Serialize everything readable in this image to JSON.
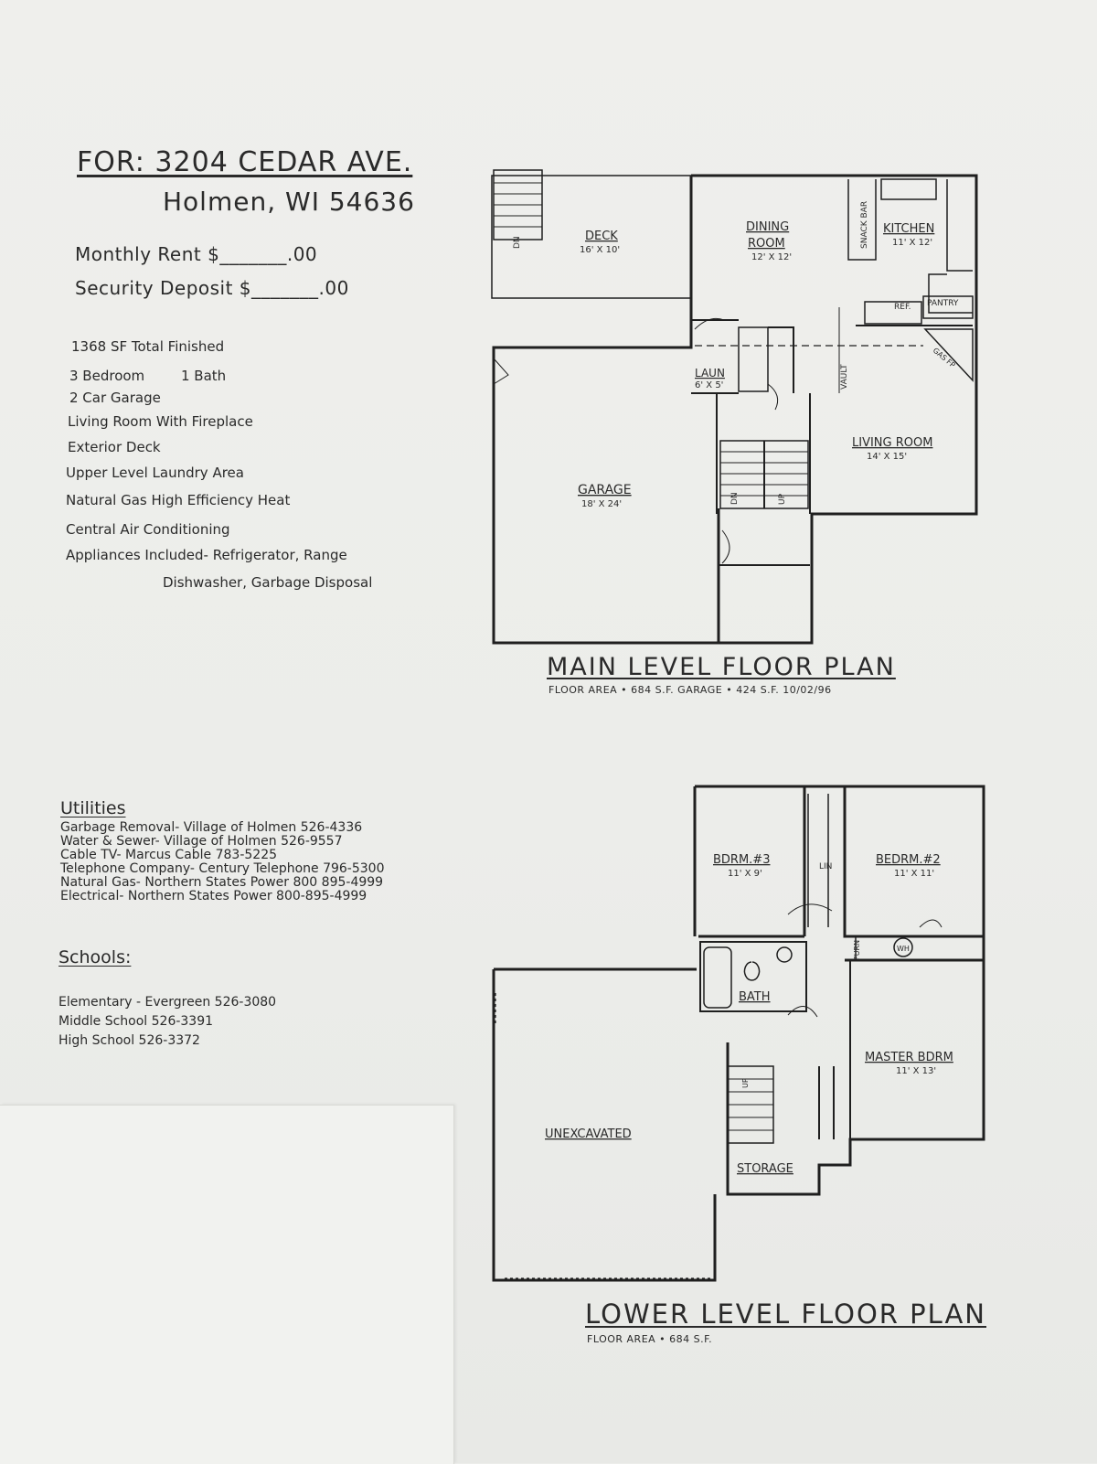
{
  "header": {
    "address_line1": "FOR: 3204 CEDAR AVE.",
    "address_line2": "Holmen, WI  54636",
    "monthly_rent": "Monthly Rent  $_______.00",
    "security_deposit": "Security Deposit $_______.00"
  },
  "features": [
    "1368 SF Total Finished",
    "3 Bedroom",
    "1 Bath",
    "2 Car Garage",
    "Living Room With Fireplace",
    "Exterior Deck",
    "Upper Level Laundry Area",
    "Natural Gas High Efficiency Heat",
    "Central Air Conditioning",
    "Appliances Included- Refrigerator, Range",
    "Dishwasher, Garbage Disposal"
  ],
  "utilities": {
    "heading": "Utilities",
    "items": [
      "Garbage Removal- Village of Holmen  526-4336",
      "Water & Sewer- Village of Holmen 526-9557",
      "Cable TV- Marcus Cable 783-5225",
      "Telephone Company- Century Telephone 796-5300",
      "Natural Gas- Northern States Power 800 895-4999",
      "Electrical- Northern States Power 800-895-4999"
    ]
  },
  "schools": {
    "heading": "Schools:",
    "items": [
      "Elementary - Evergreen  526-3080",
      "Middle School  526-3391",
      "High School  526-3372"
    ]
  },
  "main_plan": {
    "title": "MAIN LEVEL FLOOR PLAN",
    "subtitle": "FLOOR AREA • 684 S.F.    GARAGE • 424 S.F.    10/02/96",
    "rooms": {
      "deck": "DECK",
      "deck_size": "16' X 10'",
      "dining": "DINING",
      "dining2": "ROOM",
      "dining_size": "12' X 12'",
      "kitchen": "KITCHEN",
      "kitchen_size": "11' X 12'",
      "snack_bar": "SNACK BAR",
      "ref": "REF.",
      "pantry": "PANTRY",
      "laun": "LAUN",
      "laun_size": "6' X 5'",
      "vault": "VAULT",
      "living": "LIVING ROOM",
      "living_size": "14' X 15'",
      "garage": "GARAGE",
      "garage_size": "18' X 24'",
      "dn": "DN",
      "up": "UP",
      "gas_fp": "GAS FP"
    }
  },
  "lower_plan": {
    "title": "LOWER LEVEL FLOOR PLAN",
    "subtitle": "FLOOR AREA • 684 S.F.",
    "rooms": {
      "bdrm3": "BDRM.#3",
      "bdrm3_size": "11' X 9'",
      "lin": "LIN",
      "bdrm2": "BEDRM.#2",
      "bdrm2_size": "11' X 11'",
      "furn": "FURN",
      "wh": "WH",
      "bath": "BATH",
      "master": "MASTER BDRM",
      "master_size": "11' X 13'",
      "unexcavated": "UNEXCAVATED",
      "storage": "STORAGE",
      "up": "UP"
    }
  }
}
